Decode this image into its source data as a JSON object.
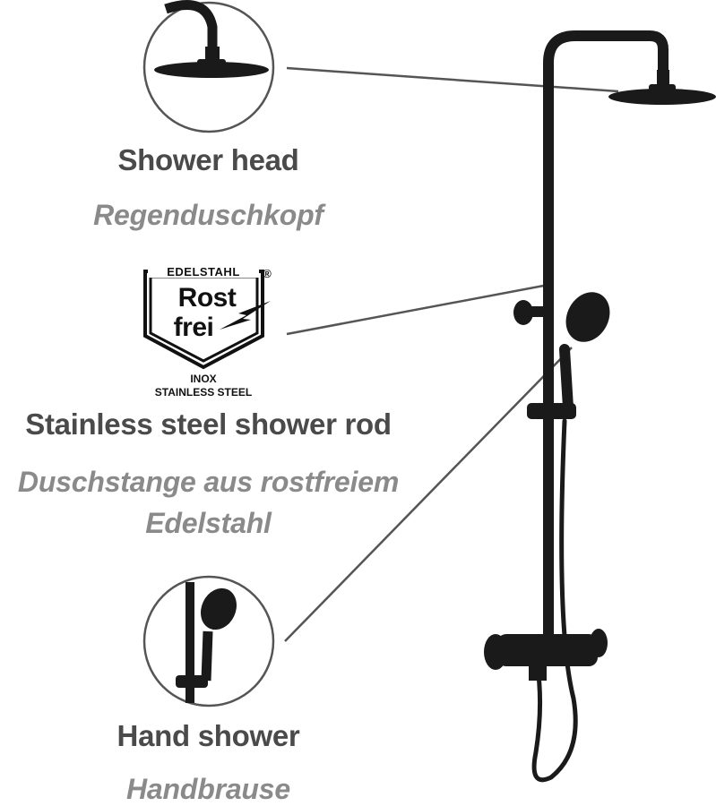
{
  "features": [
    {
      "en": "Shower head",
      "de": "Regenduschkopf"
    },
    {
      "en": "Stainless steel shower rod",
      "de_line1": "Duschstange aus rostfreiem",
      "de_line2": "Edelstahl"
    },
    {
      "en": "Hand shower",
      "de": "Handbrause"
    }
  ],
  "logo": {
    "top": "EDELSTAHL",
    "registered": "®",
    "line1": "Rost",
    "line2": "frei",
    "sub1": "INOX",
    "sub2": "STAINLESS STEEL"
  },
  "colors": {
    "label_en": "#4a4a4a",
    "label_de": "#8a8a8a",
    "product": "#1a1a1a",
    "leader_line": "#555555"
  }
}
